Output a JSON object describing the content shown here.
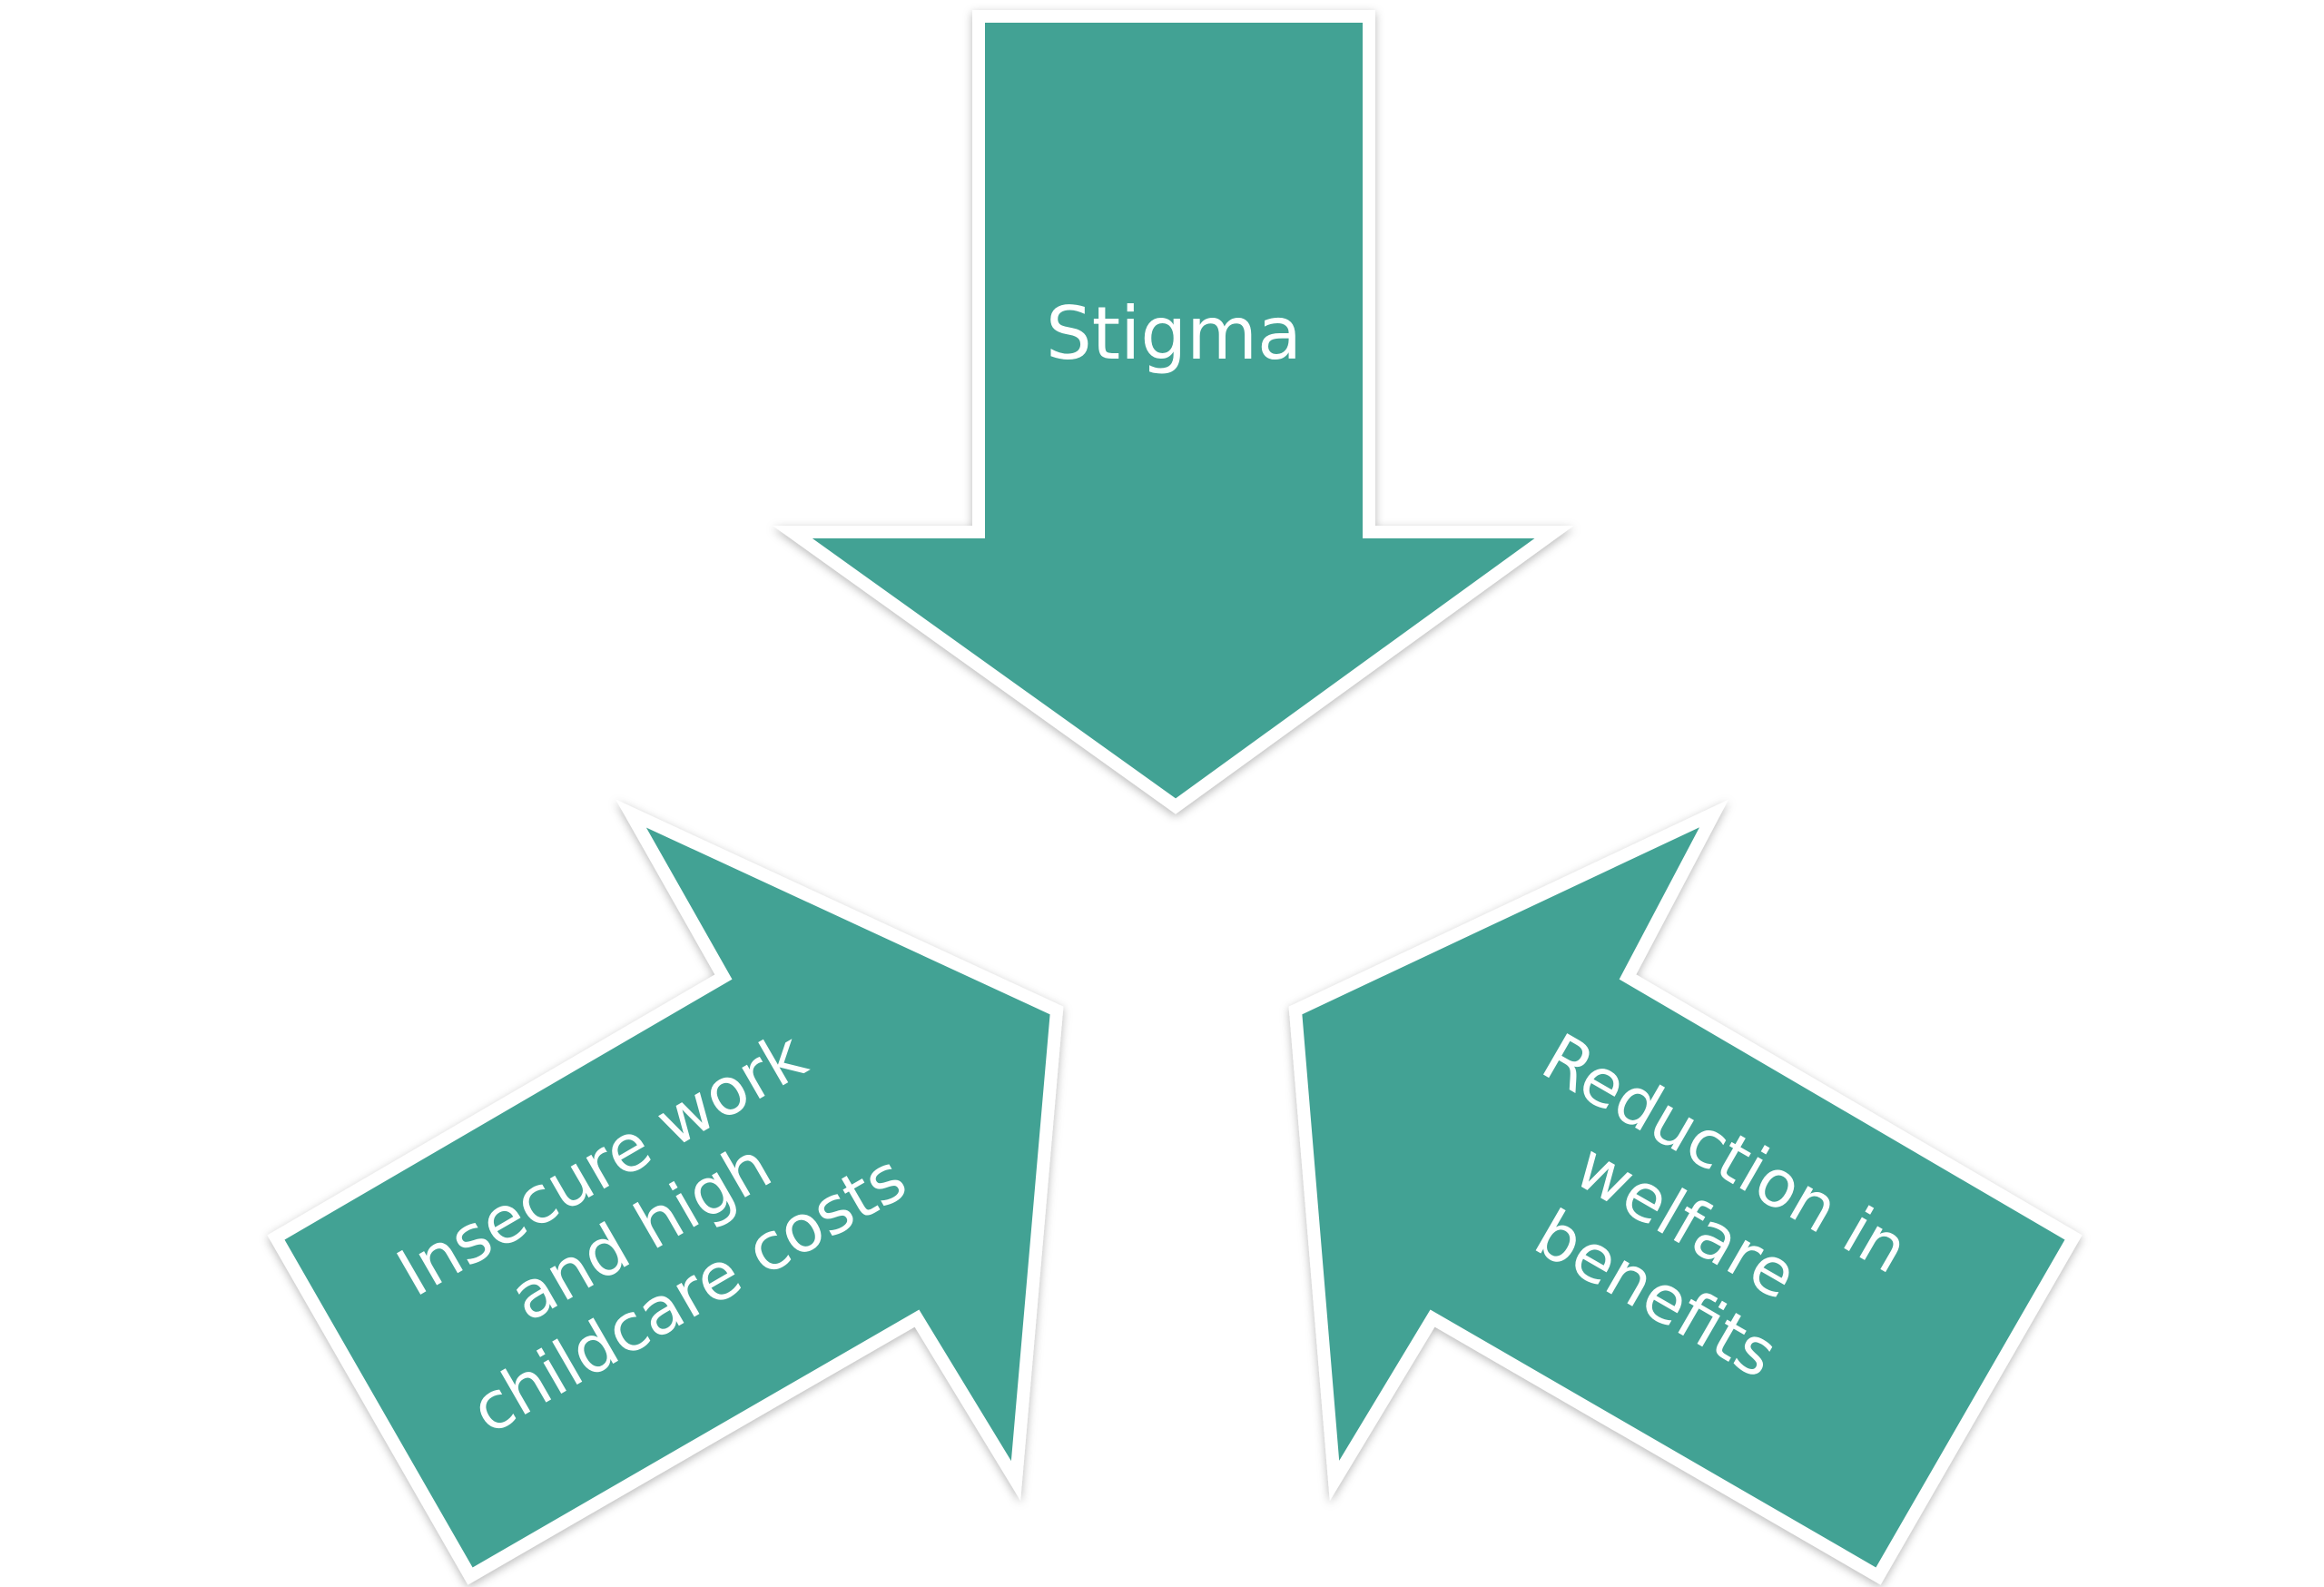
{
  "diagram": {
    "fill_color": "#42a294",
    "outline_color": "#ffffff",
    "arrows": [
      {
        "id": "top",
        "direction": "down",
        "lines": [
          "Stigma"
        ]
      },
      {
        "id": "left",
        "direction": "up-right",
        "lines": [
          "Insecure work",
          "and high",
          "childcare costs"
        ]
      },
      {
        "id": "right",
        "direction": "up-left",
        "lines": [
          "Reduction in",
          "welfare",
          "benefits"
        ]
      }
    ]
  }
}
